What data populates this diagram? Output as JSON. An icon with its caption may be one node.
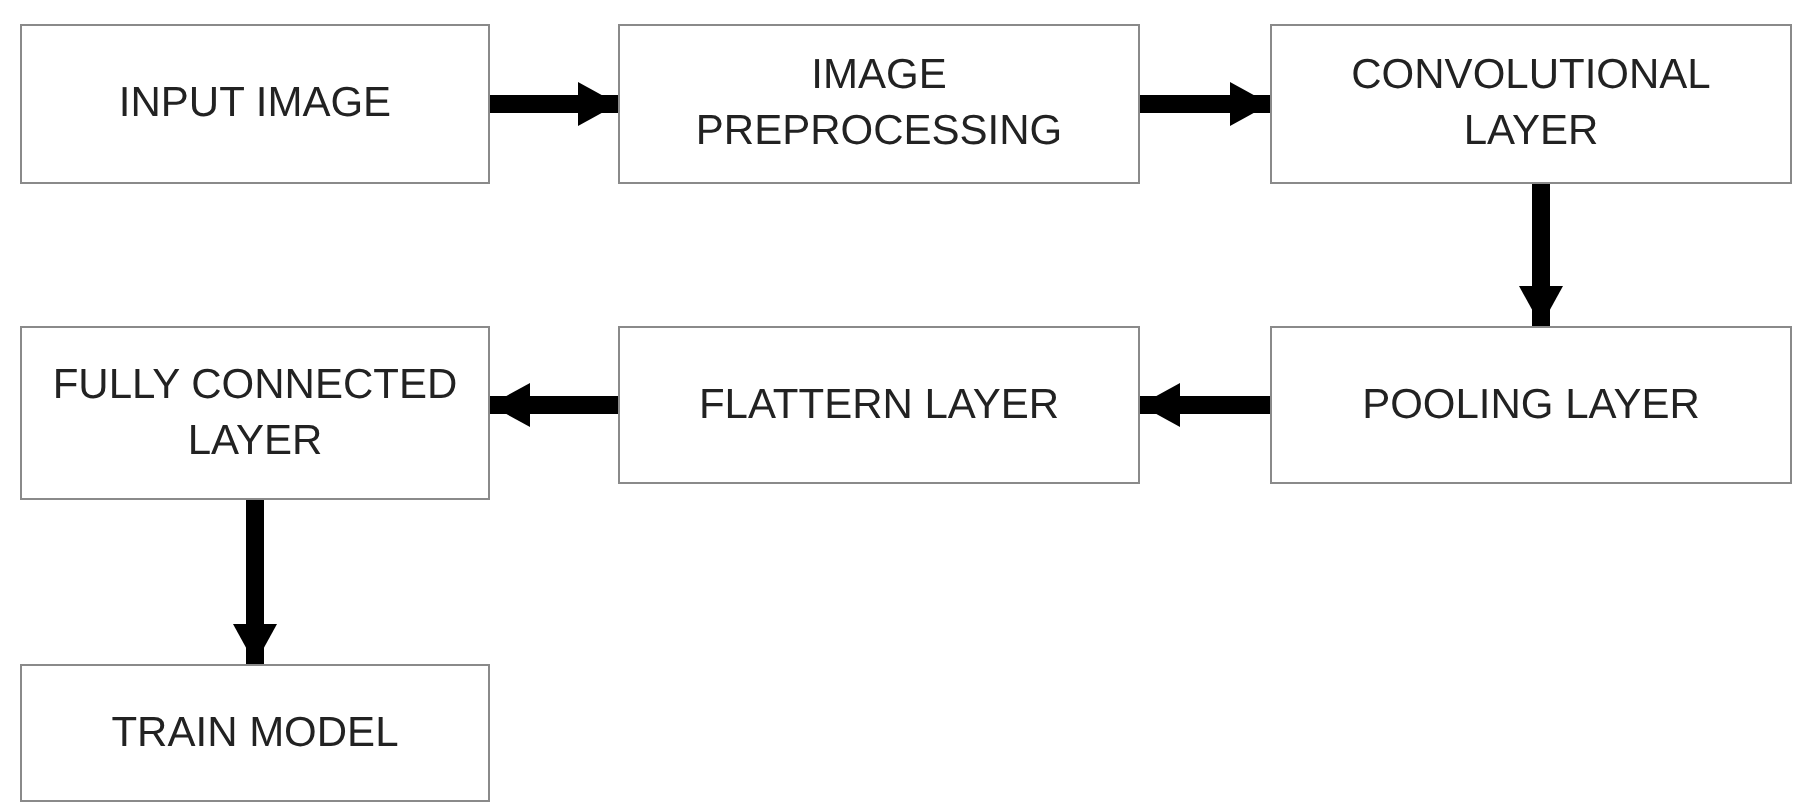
{
  "diagram": {
    "nodes": [
      {
        "text": [
          "INPUT IMAGE"
        ]
      },
      {
        "text": [
          "IMAGE PREPROCESSING"
        ]
      },
      {
        "text": [
          "CONVOLUTIONAL LAYER"
        ]
      },
      {
        "text": [
          "POOLING LAYER"
        ]
      },
      {
        "text": [
          "FLATTERN LAYER"
        ]
      },
      {
        "text": [
          "FULLY CONNECTED LAYER"
        ]
      },
      {
        "text": [
          "TRAIN MODEL"
        ]
      }
    ],
    "edges": [
      {
        "from": 0,
        "to": 1,
        "arrow": "to"
      },
      {
        "from": 1,
        "to": 2,
        "arrow": "to"
      },
      {
        "from": 2,
        "to": 3,
        "arrow": "to"
      },
      {
        "from": 3,
        "to": 4,
        "arrow": "to"
      },
      {
        "from": 4,
        "to": 5,
        "arrow": "to"
      },
      {
        "from": 5,
        "to": 6,
        "arrow": "to"
      }
    ]
  }
}
